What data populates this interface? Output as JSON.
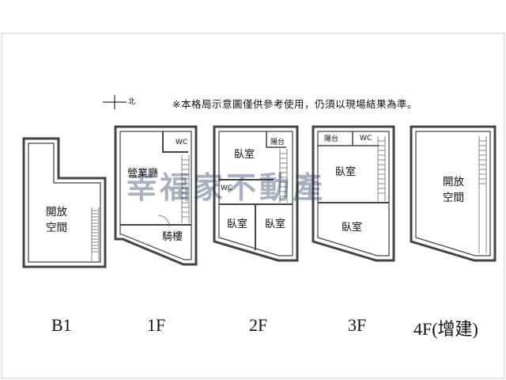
{
  "note": "※本格局示意圖僅供參考使用，仍須以現場結果為準。",
  "north_label": "北",
  "watermark": "幸福家不動產",
  "floors": [
    {
      "label": "B1",
      "rooms": [
        "開放",
        "空間"
      ]
    },
    {
      "label": "1F",
      "rooms": [
        "營業廳",
        "騎樓",
        "WC"
      ]
    },
    {
      "label": "2F",
      "rooms": [
        "臥室",
        "陽台",
        "WC",
        "臥室",
        "臥室"
      ]
    },
    {
      "label": "3F",
      "rooms": [
        "陽台",
        "WC",
        "臥室",
        "臥室"
      ]
    },
    {
      "label": "4F(增建)",
      "rooms": [
        "開放",
        "空間"
      ]
    }
  ]
}
